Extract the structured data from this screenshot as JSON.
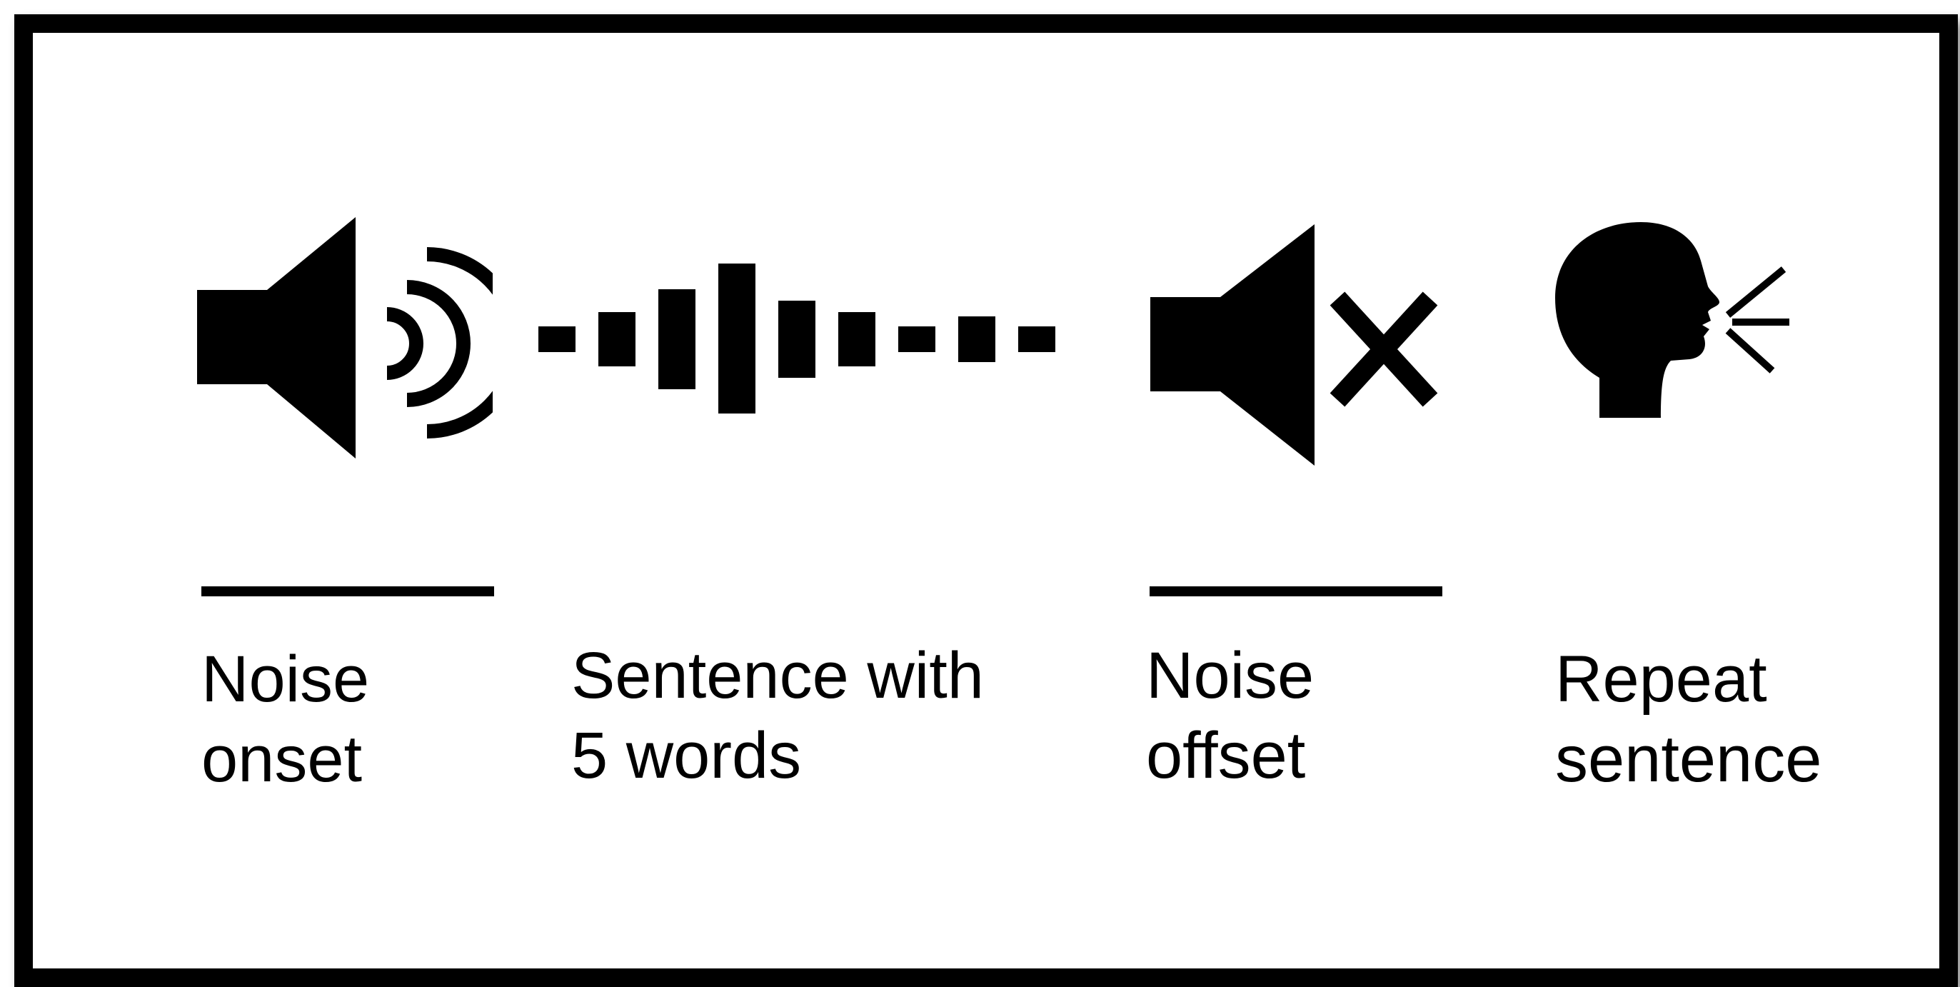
{
  "steps": [
    {
      "icon": "speaker-sound-icon",
      "line1": "Noise",
      "line2": "onset"
    },
    {
      "icon": "waveform-icon",
      "line1": "Sentence with",
      "line2": "5 words"
    },
    {
      "icon": "speaker-muted-icon",
      "line1": "Noise",
      "line2": "offset"
    },
    {
      "icon": "speaking-head-icon",
      "line1": "Repeat",
      "line2": "sentence"
    }
  ],
  "colors": {
    "ink": "#000000",
    "background": "#ffffff"
  }
}
